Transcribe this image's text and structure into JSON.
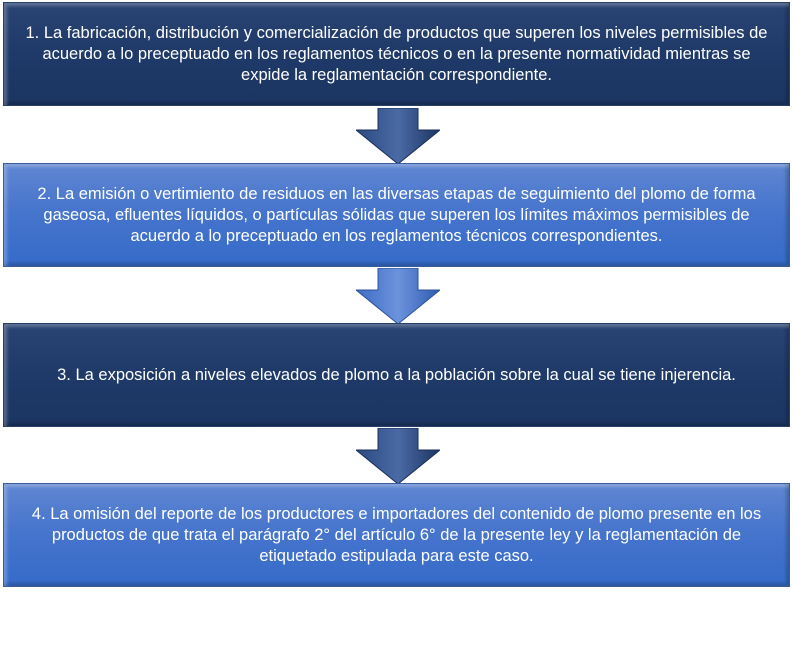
{
  "steps": [
    {
      "text": "1. La fabricación, distribución y comercialización de productos que superen los niveles permisibles de acuerdo a lo preceptuado en los reglamentos técnicos o en la presente normatividad mientras se expide la reglamentación correspondiente."
    },
    {
      "text": "2. La emisión o vertimiento de residuos en las diversas etapas de seguimiento del plomo de forma gaseosa, efluentes líquidos, o partículas sólidas que superen los límites máximos permisibles de acuerdo a lo preceptuado en los reglamentos técnicos correspondientes."
    },
    {
      "text": "3. La exposición a niveles elevados de plomo a la población sobre la cual se tiene injerencia."
    },
    {
      "text": "4. La omisión del reporte de los productores e importadores del contenido de plomo presente en los productos de que trata el parágrafo 2° del artículo 6° de la presente ley y la reglamentación de etiquetado estipulada para este caso."
    }
  ],
  "colors": {
    "dark": "#1f3a68",
    "light": "#4574cc"
  }
}
